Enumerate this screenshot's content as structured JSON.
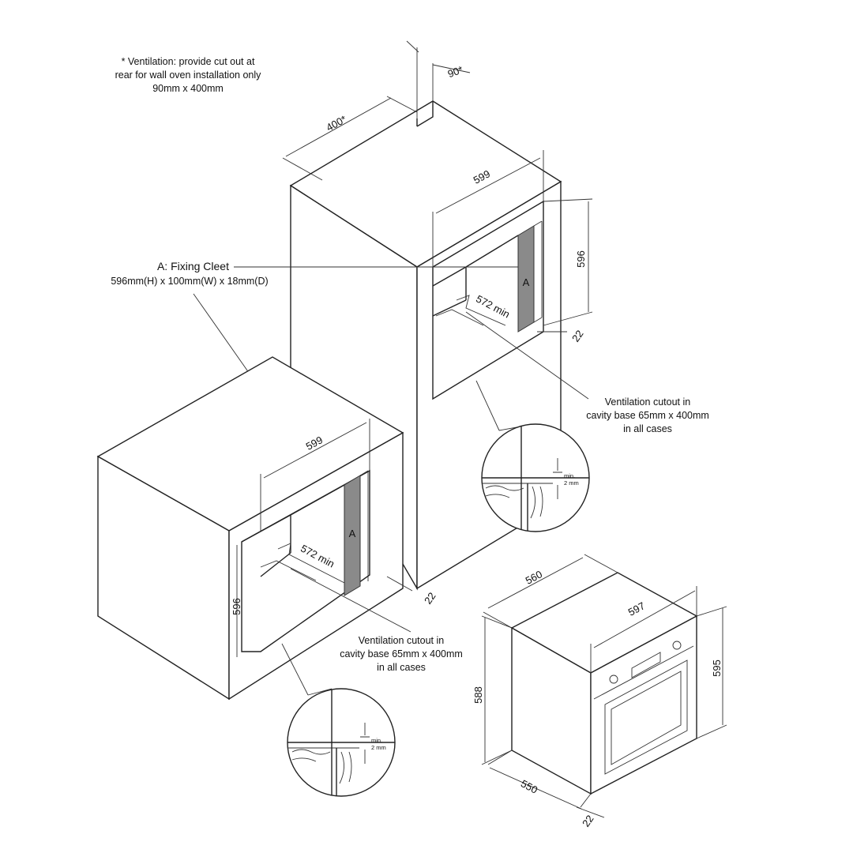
{
  "notes": {
    "ventilation_rear": [
      "* Ventilation: provide cut out at",
      "rear for wall oven installation only",
      "90mm x 400mm"
    ],
    "fixing_cleat_title": "A: Fixing Cleet",
    "fixing_cleat_size": "596mm(H) x 100mm(W) x 18mm(D)",
    "vent_cutout_upper": [
      "Ventilation cutout in",
      "cavity base 65mm x 400mm",
      "in all cases"
    ],
    "vent_cutout_lower": [
      "Ventilation cutout in",
      "cavity base 65mm x 400mm",
      "in all cases"
    ]
  },
  "tall_cabinet": {
    "rear_cut_depth": "400*",
    "rear_cut_width": "90*",
    "width": "599",
    "height": "596",
    "depth_min": "572 min",
    "front_gap": "22",
    "cleat_label": "A"
  },
  "base_cabinet": {
    "width": "599",
    "height": "596",
    "depth_min": "572 min",
    "front_gap": "22",
    "cleat_label": "A"
  },
  "detail": {
    "label_line1": "min.",
    "label_line2": "2 mm"
  },
  "oven": {
    "depth_top": "560",
    "width": "597",
    "height_front": "595",
    "height_body": "588",
    "depth_bottom": "550",
    "front_thickness": "22"
  }
}
